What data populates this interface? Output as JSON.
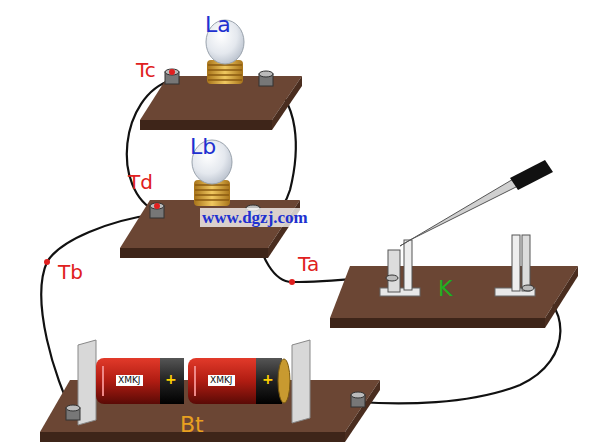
{
  "diagram": {
    "labels": [
      "Tc",
      "La",
      "Td",
      "Lb",
      "www.dgzj.com",
      "Tb",
      "Ta",
      "K",
      "XMKJ",
      "+",
      "XMKJ",
      "+",
      "Bt"
    ]
  }
}
